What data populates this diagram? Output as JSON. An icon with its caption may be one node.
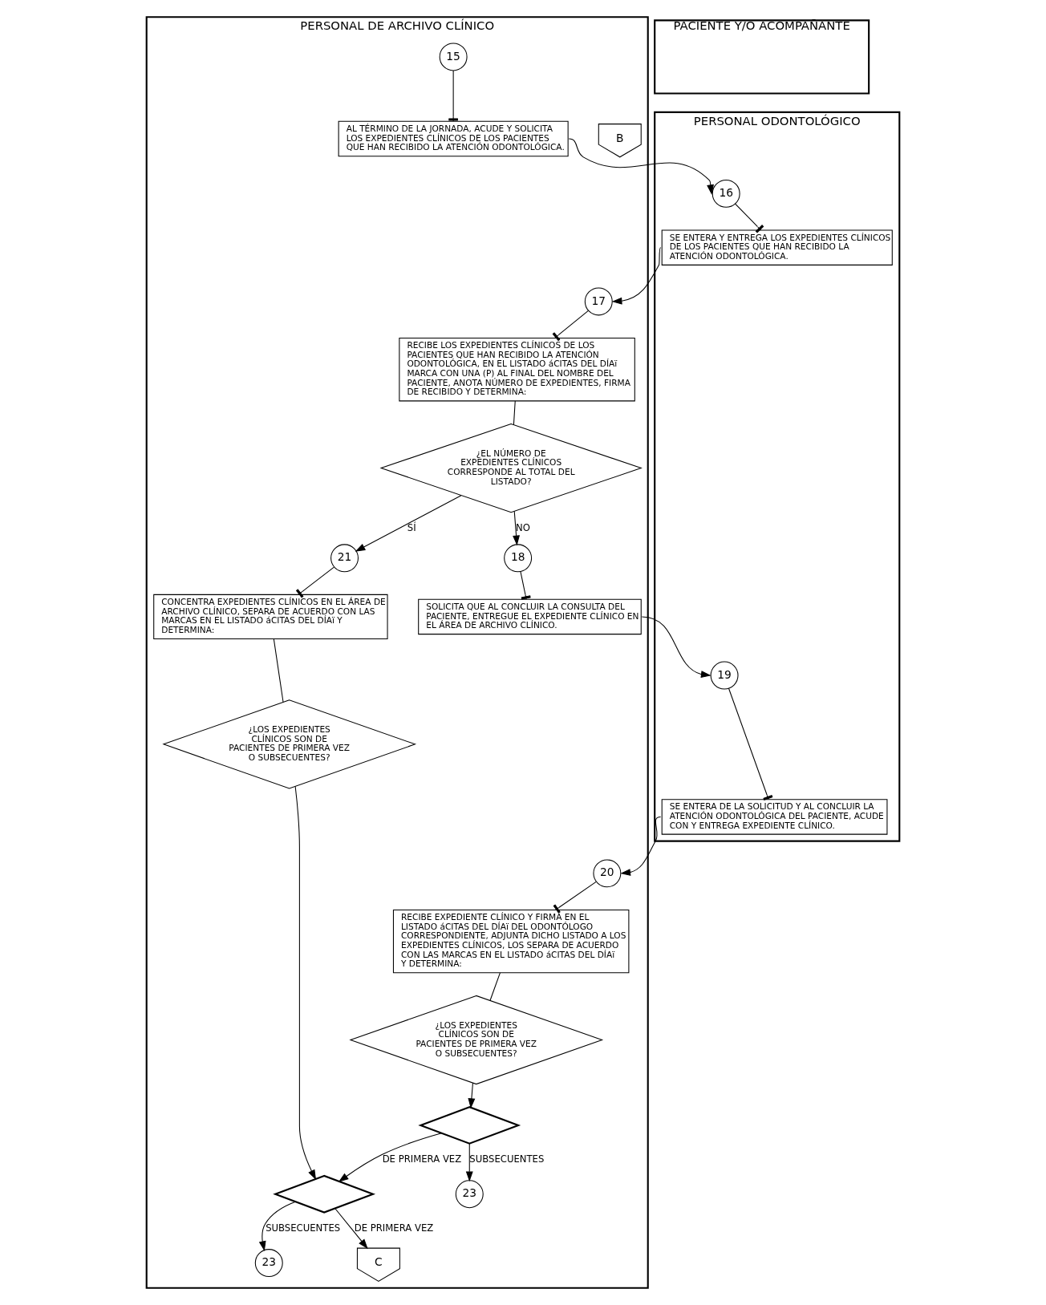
{
  "diagram": {
    "nodes": [
      {
        "text": [
          "PERSONAL DE ARCHIVO CLÍNICO"
        ]
      },
      {
        "text": [
          "PERSONAL ODONTOLÓGICO"
        ]
      },
      {
        "text": [
          "PACIENTE Y/O ACOMPAÑANTE"
        ]
      },
      {
        "text": [
          "B"
        ],
        "in": 0
      },
      {
        "text": [
          "15"
        ],
        "in": 0
      },
      {
        "text": [
          "AL TÉRMINO DE LA JORNADA, ACUDE Y SOLICITA LOS EXPEDIENTES CLÍNICOS DE LOS PACIENTES QUE HAN RECIBIDO LA ATENCIÓN ODONTOLÓGICA."
        ],
        "in": 0
      },
      {
        "text": [
          "16"
        ],
        "in": 1
      },
      {
        "text": [
          "SE ENTERA Y ENTREGA LOS EXPEDIENTES CLÍNICOS DE LOS PACIENTES QUE HAN RECIBIDO LA ATENCIÓN ODONTOLÓGICA."
        ],
        "in": 1
      },
      {
        "text": [
          "17"
        ],
        "in": 0
      },
      {
        "text": [
          "RECIBE LOS EXPEDIENTES CLÍNICOS DE LOS PACIENTES QUE HAN RECIBIDO LA ATENCIÓN ODONTOLÓGICA, EN EL LISTADO áCITAS DEL DÍAï MARCA CON UNA (P) AL FINAL DEL NOMBRE DEL PACIENTE, ANOTA NÚMERO DE EXPEDIENTES, FIRMA DE RECIBIDO Y DETERMINA:"
        ],
        "in": 0
      },
      {
        "text": [
          "¿EL NÚMERO DE EXPEDIENTES CLÍNICOS CORRESPONDE AL TOTAL DEL LISTADO?"
        ],
        "in": 0
      },
      {
        "text": [
          "18"
        ],
        "in": 0
      },
      {
        "text": [
          "SOLICITA QUE AL CONCLUIR LA CONSULTA DEL PACIENTE, ENTREGUE EL EXPEDIENTE CLÍNICO EN EL ÁREA DE ARCHIVO CLÍNICO."
        ],
        "in": 0
      },
      {
        "text": [
          "19"
        ],
        "in": 1
      },
      {
        "text": [
          "SE ENTERA DE LA SOLICITUD Y AL CONCLUIR LA ATENCIÓN ODONTOLÓGICA DEL PACIENTE, ACUDE CON Y ENTREGA EXPEDIENTE CLÍNICO."
        ],
        "in": 1
      },
      {
        "text": [
          "20"
        ],
        "in": 0
      },
      {
        "text": [
          "RECIBE EXPEDIENTE CLÍNICO Y FIRMA EN EL LISTADO áCITAS DEL DÍAï DEL ODONTÓLOGO CORRESPONDIENTE, ADJUNTA DICHO LISTADO A LOS EXPEDIENTES CLÍNICOS, LOS SEPARA DE ACUERDO CON LAS MARCAS EN EL LISTADO áCITAS DEL DÍAï Y DETERMINA:"
        ],
        "in": 0
      },
      {
        "text": [
          "¿LOS EXPEDIENTES CLÍNICOS SON DE PACIENTES DE PRIMERA VEZ O SUBSECUENTES?"
        ],
        "in": 0
      },
      {
        "text": [],
        "shape": "diamond",
        "in": 0
      },
      {
        "text": [
          "23"
        ],
        "in": 0
      },
      {
        "text": [
          "21"
        ],
        "in": 0
      },
      {
        "text": [
          "CONCENTRA EXPEDIENTES CLÍNICOS EN EL ÁREA DE ARCHIVO CLÍNICO, SEPARA DE ACUERDO CON LAS MARCAS EN EL LISTADO áCITAS DEL DÍAï Y DETERMINA:"
        ],
        "in": 0
      },
      {
        "text": [
          "¿LOS EXPEDIENTES CLÍNICOS SON DE PACIENTES DE PRIMERA VEZ O SUBSECUENTES?"
        ],
        "in": 0
      },
      {
        "text": [],
        "shape": "diamond",
        "in": 0
      },
      {
        "text": [
          "23"
        ],
        "in": 0
      },
      {
        "text": [
          "C"
        ],
        "in": 0
      }
    ],
    "edges": [
      {
        "from": 4,
        "to": 5,
        "arrow": "other"
      },
      {
        "from": 5,
        "to": 6,
        "arrow": "to"
      },
      {
        "from": 6,
        "to": 7,
        "arrow": "other"
      },
      {
        "from": 7,
        "to": 8,
        "arrow": "to"
      },
      {
        "from": 8,
        "to": 9,
        "arrow": "other"
      },
      {
        "from": 9,
        "to": 10,
        "arrow": "none"
      },
      {
        "from": 10,
        "to": 20,
        "arrow": "to",
        "label": "SÍ"
      },
      {
        "from": 10,
        "to": 11,
        "arrow": "to",
        "label": "NO"
      },
      {
        "from": 11,
        "to": 12,
        "arrow": "other"
      },
      {
        "from": 12,
        "to": 13,
        "arrow": "to"
      },
      {
        "from": 13,
        "to": 14,
        "arrow": "other"
      },
      {
        "from": 14,
        "to": 15,
        "arrow": "to"
      },
      {
        "from": 15,
        "to": 16,
        "arrow": "other"
      },
      {
        "from": 16,
        "to": 17,
        "arrow": "none"
      },
      {
        "from": 17,
        "to": 18,
        "arrow": "to"
      },
      {
        "from": 18,
        "to": 19,
        "arrow": "to",
        "label": "SUBSECUENTES"
      },
      {
        "from": 18,
        "to": 23,
        "arrow": "to",
        "label": "DE PRIMERA VEZ"
      },
      {
        "from": 20,
        "to": 21,
        "arrow": "other"
      },
      {
        "from": 21,
        "to": 22,
        "arrow": "none"
      },
      {
        "from": 22,
        "to": 23,
        "arrow": "to"
      },
      {
        "from": 23,
        "to": 24,
        "arrow": "to",
        "label": "SUBSECUENTES"
      },
      {
        "from": 23,
        "to": 25,
        "arrow": "to",
        "label": "DE PRIMERA VEZ"
      }
    ]
  }
}
